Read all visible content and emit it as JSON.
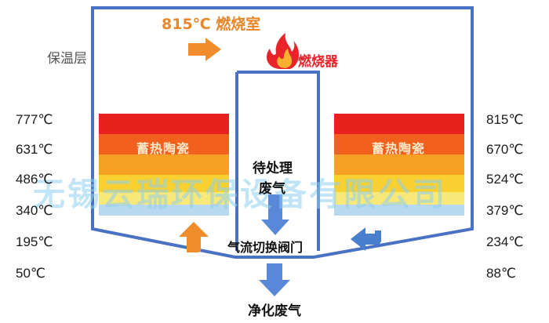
{
  "chamber_label": "815℃ 燃烧室",
  "insulation_label": "保温层",
  "burner_label": "燃烧器",
  "pending_gas_line1": "待处理",
  "pending_gas_line2": "废气",
  "valve_label": "气流切换阀门",
  "clean_gas_label": "净化废气",
  "left_ceramic_label": "蓄热陶瓷",
  "right_ceramic_label": "蓄热陶瓷",
  "watermark": "无锡云瑞环保设备有限公司",
  "left_temps": [
    "777℃",
    "631℃",
    "486℃",
    "340℃",
    "195℃",
    "50℃"
  ],
  "right_temps": [
    "815℃",
    "670℃",
    "524℃",
    "379℃",
    "234℃",
    "88℃"
  ],
  "colors": {
    "vessel_outline": "#4a72c4",
    "orange_arrow": "#f08c2c",
    "blue_arrow": "#4a7fd0",
    "burner_text": "#e8242a",
    "chamber_text": "#e8862a",
    "band_1": "#e8201e",
    "band_2": "#f2601e",
    "band_3": "#f6a024",
    "band_4": "#f8d030",
    "band_5": "#f8e878",
    "band_6": "#b8d8f0"
  }
}
